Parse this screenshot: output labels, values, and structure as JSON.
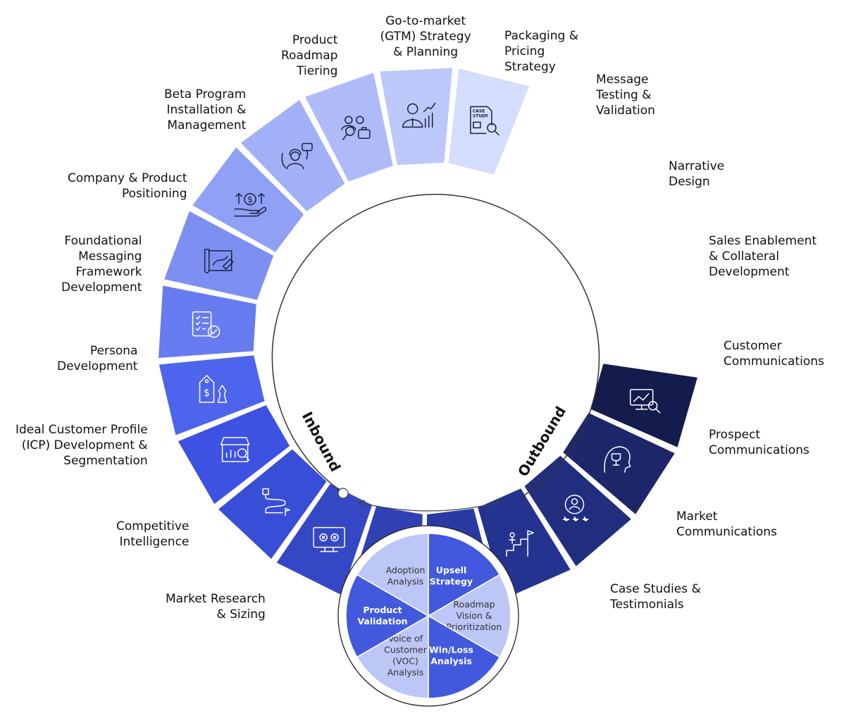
{
  "ring": {
    "segments": [
      {
        "lines": [
          "Market Research",
          "& Sizing"
        ],
        "color": "#141B4D",
        "icon": "report-magnifier-icon"
      },
      {
        "lines": [
          "Competitive",
          "Intelligence"
        ],
        "color": "#1C2669",
        "icon": "trophy-head-icon"
      },
      {
        "lines": [
          "Ideal Customer Profile",
          "(ICP) Development &",
          "Segmentation"
        ],
        "color": "#212E7E",
        "icon": "profile-stars-icon"
      },
      {
        "lines": [
          "Persona",
          "Development"
        ],
        "color": "#253390",
        "icon": "climber-flag-icon"
      },
      {
        "lines": [
          "Foundational",
          "Messaging",
          "Framework",
          "Development"
        ],
        "color": "#2A3AA3",
        "icon": "network-cube-icon"
      },
      {
        "lines": [
          "Company & Product",
          "Positioning"
        ],
        "color": "#2F41B5",
        "icon": "box-location-pin-icon"
      },
      {
        "lines": [
          "Beta Program",
          "Installation &",
          "Management"
        ],
        "color": "#3447C5",
        "icon": "monitor-gears-icon"
      },
      {
        "lines": [
          "Product",
          "Roadmap",
          "Tiering"
        ],
        "color": "#394ED7",
        "icon": "roadmap-path-icon"
      },
      {
        "lines": [
          "Go-to-market",
          "(GTM) Strategy",
          "& Planning"
        ],
        "color": "#3D52E3",
        "icon": "storefront-chart-icon"
      },
      {
        "lines": [
          "Packaging &",
          "Pricing",
          "Strategy"
        ],
        "color": "#4D64EC",
        "icon": "price-tag-chess-icon"
      },
      {
        "lines": [
          "Message",
          "Testing &",
          "Validation"
        ],
        "color": "#677CF0",
        "icon": "checklist-approved-icon"
      },
      {
        "lines": [
          "Narrative",
          "Design"
        ],
        "color": "#7D90F2",
        "icon": "design-sketch-icon"
      },
      {
        "lines": [
          "Sales Enablement",
          "& Collateral",
          "Development"
        ],
        "color": "#8FA0F5",
        "icon": "hand-dollar-growth-icon"
      },
      {
        "lines": [
          "Customer",
          "Communications"
        ],
        "color": "#A1B0F7",
        "icon": "support-agent-icon"
      },
      {
        "lines": [
          "Prospect",
          "Communications"
        ],
        "color": "#AEBBF8",
        "icon": "team-briefcase-icon"
      },
      {
        "lines": [
          "Market",
          "Communications"
        ],
        "color": "#BDC8FA",
        "icon": "presenter-chart-icon"
      },
      {
        "lines": [
          "Case Studies &",
          "Testimonials"
        ],
        "color": "#D5DDFC",
        "icon": "case-study-icon"
      }
    ]
  },
  "flow": {
    "left_label": "Inbound",
    "right_label": "Outbound"
  },
  "pie": {
    "slices": [
      {
        "lines": [
          "Upsell",
          "Strategy"
        ],
        "color": "#4259DE",
        "text_color": "#FFFFFF",
        "bold": true
      },
      {
        "lines": [
          "Roadmap",
          "Vision &",
          "Prioritization"
        ],
        "color": "#BCC7F7",
        "text_color": "#333333",
        "bold": false
      },
      {
        "lines": [
          "Win/Loss",
          "Analysis"
        ],
        "color": "#4259DE",
        "text_color": "#FFFFFF",
        "bold": true
      },
      {
        "lines": [
          "Voice of",
          "Customer",
          "(VOC)",
          "Analysis"
        ],
        "color": "#BCC7F7",
        "text_color": "#333333",
        "bold": false
      },
      {
        "lines": [
          "Product",
          "Validation"
        ],
        "color": "#4259DE",
        "text_color": "#FFFFFF",
        "bold": true
      },
      {
        "lines": [
          "Adoption",
          "Analysis"
        ],
        "color": "#BCC7F7",
        "text_color": "#333333",
        "bold": false
      }
    ]
  }
}
